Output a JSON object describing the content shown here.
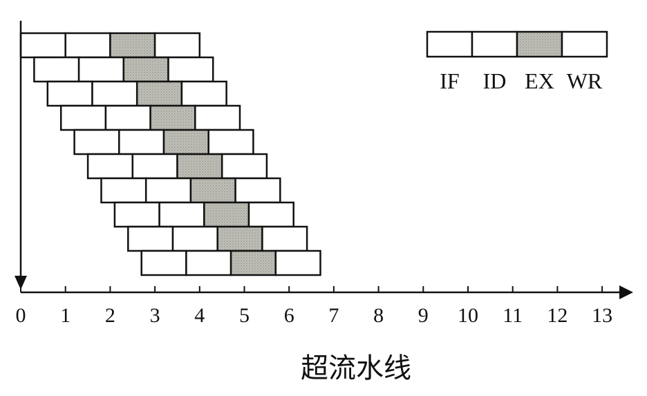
{
  "legend": {
    "stages": [
      "IF",
      "ID",
      "EX",
      "WR"
    ],
    "highlight_stage": "EX"
  },
  "pipeline": {
    "instruction_count": 10,
    "stages_per_instruction": 4,
    "stage_duration": 1,
    "start_offset": 0.3
  },
  "time_axis": {
    "ticks": [
      "0",
      "1",
      "2",
      "3",
      "4",
      "5",
      "6",
      "7",
      "8",
      "9",
      "10",
      "11",
      "12",
      "13"
    ]
  },
  "caption": "超流水线",
  "colors": {
    "outline": "#111111",
    "stage_fill": "#ffffff",
    "ex_fill": "#b0b0a8"
  }
}
